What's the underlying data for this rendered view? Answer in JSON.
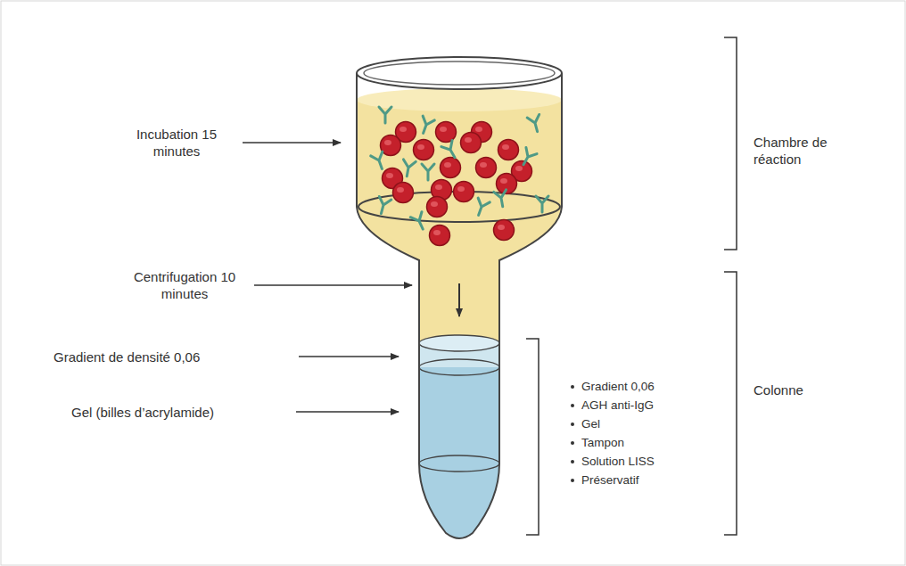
{
  "diagram": {
    "labels": [
      "Incubation 15 minutes",
      "Centrifugation 10 minutes",
      "Gradient de densité 0,06",
      "Gel (billes d’acrylamide)",
      "Chambre de réaction",
      "Colonne",
      "Gradient 0,06",
      "AGH anti-IgG",
      "Gel",
      "Tampon",
      "Solution LISS",
      "Préservatif"
    ]
  }
}
